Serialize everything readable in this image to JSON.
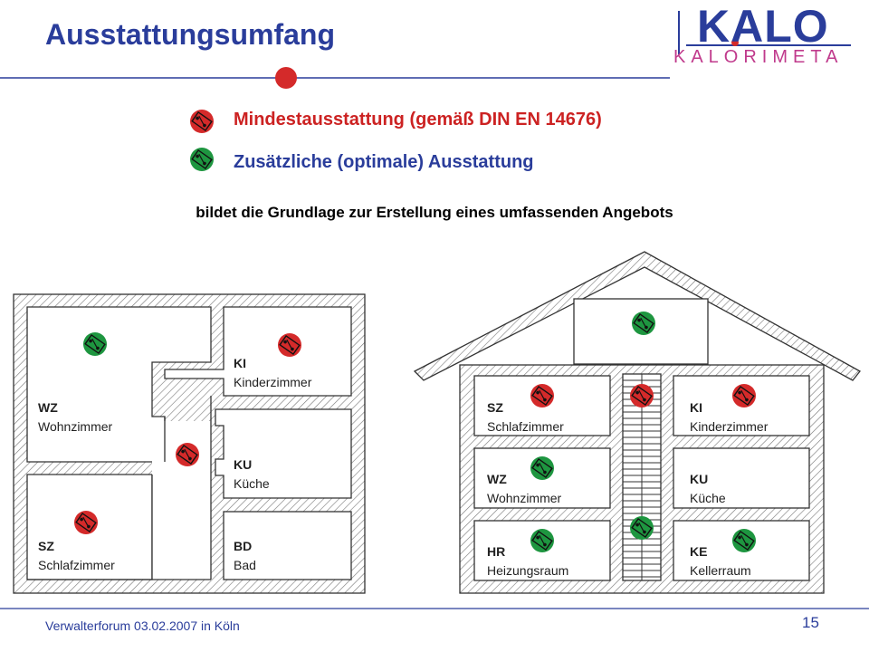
{
  "header": {
    "title": "Ausstattungsumfang",
    "logo_main": "KALO",
    "logo_sub": "KALORIMETA"
  },
  "legend": {
    "minimum": "Mindestausstattung (gemäß DIN EN 14676)",
    "additional": "Zusätzliche (optimale) Ausstattung"
  },
  "subtitle": "bildet die Grundlage zur Erstellung eines umfassenden Angebots",
  "apartment": {
    "rooms": [
      {
        "code": "WZ",
        "name": "Wohnzimmer"
      },
      {
        "code": "KI",
        "name": "Kinderzimmer"
      },
      {
        "code": "KU",
        "name": "Küche"
      },
      {
        "code": "SZ",
        "name": "Schlafzimmer"
      },
      {
        "code": "BD",
        "name": "Bad"
      }
    ]
  },
  "house": {
    "rooms": [
      {
        "code": "SZ",
        "name": "Schlafzimmer"
      },
      {
        "code": "KI",
        "name": "Kinderzimmer"
      },
      {
        "code": "WZ",
        "name": "Wohnzimmer"
      },
      {
        "code": "KU",
        "name": "Küche"
      },
      {
        "code": "HR",
        "name": "Heizungsraum"
      },
      {
        "code": "KE",
        "name": "Kellerraum"
      }
    ]
  },
  "footer": {
    "text": "Verwalterforum 03.02.2007 in Köln",
    "page": "15"
  },
  "colors": {
    "brand_blue": "#2a3d9b",
    "minimum_red": "#d42a2a",
    "additional_green": "#1e9640",
    "logo_magenta": "#c03a8c"
  }
}
